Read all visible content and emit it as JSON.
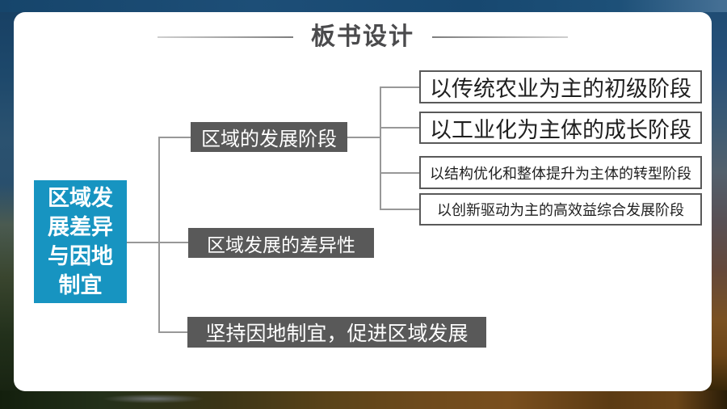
{
  "slide": {
    "header": {
      "title": "板书设计"
    },
    "mindmap": {
      "root": {
        "label": "区域发展差异与因地制宜",
        "lines": [
          "区域发",
          "展差异",
          "与因地",
          "制宜"
        ]
      },
      "branches": [
        {
          "label": "区域的发展阶段",
          "children": [
            "以传统农业为主的初级阶段",
            "以工业化为主体的成长阶段",
            "以结构优化和整体提升为主体的转型阶段",
            "以创新驱动为主的高效益综合发展阶段"
          ]
        },
        {
          "label": "区域发展的差异性",
          "children": []
        },
        {
          "label": "坚持因地制宜，促进区域发展",
          "children": []
        }
      ]
    },
    "colors": {
      "root_box": "#1794c1",
      "branch_box": "#595959",
      "leaf_border": "#595959",
      "connector": "#989898",
      "title_text": "#4b4b4d",
      "panel_bg": "#ffffff",
      "top_strip": "#1d4e77"
    }
  }
}
